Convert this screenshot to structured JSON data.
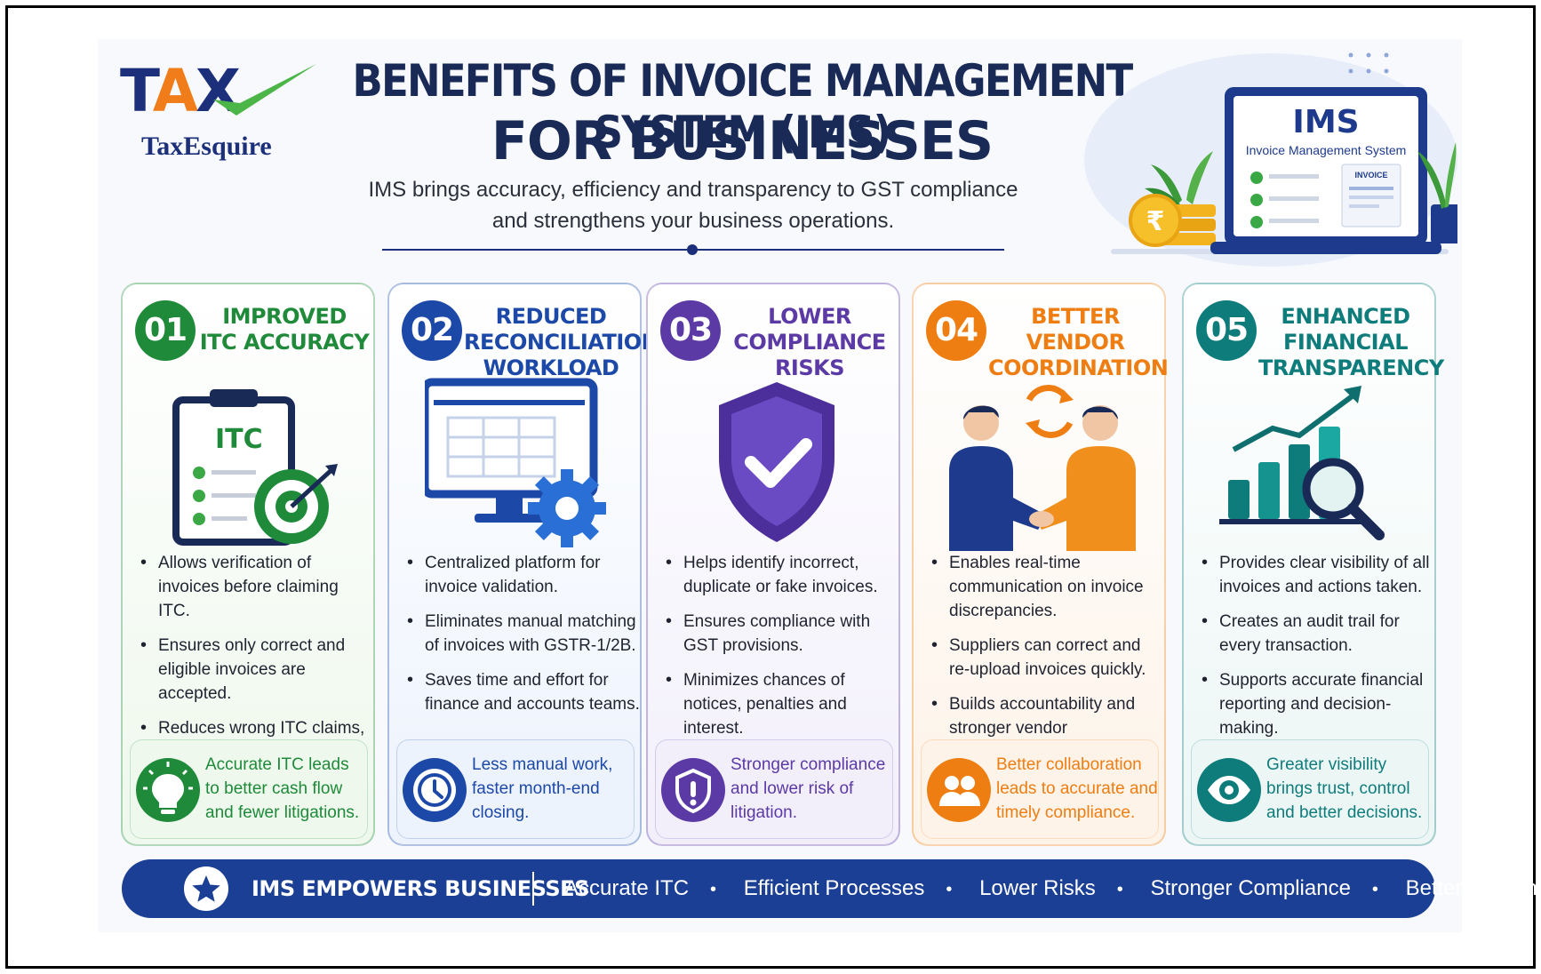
{
  "logo": {
    "brand_mark": "TAX",
    "name": "TaxEsquire"
  },
  "header": {
    "title_line1": "BENEFITS OF INVOICE MANAGEMENT SYSTEM (IMS)",
    "title_line2": "FOR BUSINESSES",
    "subtitle_line1": "IMS brings accuracy, efficiency and transparency to GST compliance",
    "subtitle_line2": "and strengthens your business operations."
  },
  "hero": {
    "screen_title": "IMS",
    "screen_subtitle": "Invoice Management System",
    "invoice_label": "INVOICE",
    "coin_symbol": "₹"
  },
  "benefits": [
    {
      "number": "01",
      "title": "IMPROVED\nITC ACCURACY",
      "illustration_label": "ITC",
      "color": "#1e8a3a",
      "tint": "#eef8ec",
      "bullets": [
        "Allows verification of invoices before claiming ITC.",
        "Ensures only correct and eligible invoices are accepted.",
        "Reduces wrong ITC claims, reversals and tax notices."
      ],
      "footer": "Accurate ITC leads to better cash flow and fewer litigations.",
      "icon": "lightbulb-icon"
    },
    {
      "number": "02",
      "title": "REDUCED\nRECONCILIATION\nWORKLOAD",
      "color": "#1c48a8",
      "tint": "#edf3fd",
      "bullets": [
        "Centralized platform for invoice validation.",
        "Eliminates manual matching of invoices with GSTR-1/2B.",
        "Saves time and effort for finance and accounts teams."
      ],
      "footer": "Less manual work, faster month-end closing.",
      "icon": "clock-icon"
    },
    {
      "number": "03",
      "title": "LOWER\nCOMPLIANCE\nRISKS",
      "color": "#5b3aa6",
      "tint": "#f2effb",
      "bullets": [
        "Helps identify incorrect, duplicate or fake invoices.",
        "Ensures compliance with GST provisions.",
        "Minimizes chances of notices, penalties and interest."
      ],
      "footer": "Stronger compliance and lower risk of litigation.",
      "icon": "shield-alert-icon"
    },
    {
      "number": "04",
      "title": "BETTER VENDOR\nCOORDINATION",
      "color": "#ee7d12",
      "tint": "#fdf3e8",
      "bullets": [
        "Enables real-time communication on invoice discrepancies.",
        "Suppliers can correct and re-upload invoices quickly.",
        "Builds accountability and stronger vendor relationships."
      ],
      "footer": "Better collaboration leads to accurate and timely compliance.",
      "icon": "people-icon"
    },
    {
      "number": "05",
      "title": "ENHANCED\nFINANCIAL\nTRANSPARENCY",
      "color": "#0f7c7c",
      "tint": "#ebf6f5",
      "bullets": [
        "Provides clear visibility of all invoices and actions taken.",
        "Creates an audit trail for every transaction.",
        "Supports accurate financial reporting and decision-making."
      ],
      "footer": "Greater visibility brings trust, control and better decisions.",
      "icon": "eye-icon"
    }
  ],
  "banner": {
    "title": "IMS EMPOWERS BUSINESSES",
    "items": [
      "Accurate ITC",
      "Efficient Processes",
      "Lower Risks",
      "Stronger Compliance",
      "Better Growth"
    ]
  }
}
